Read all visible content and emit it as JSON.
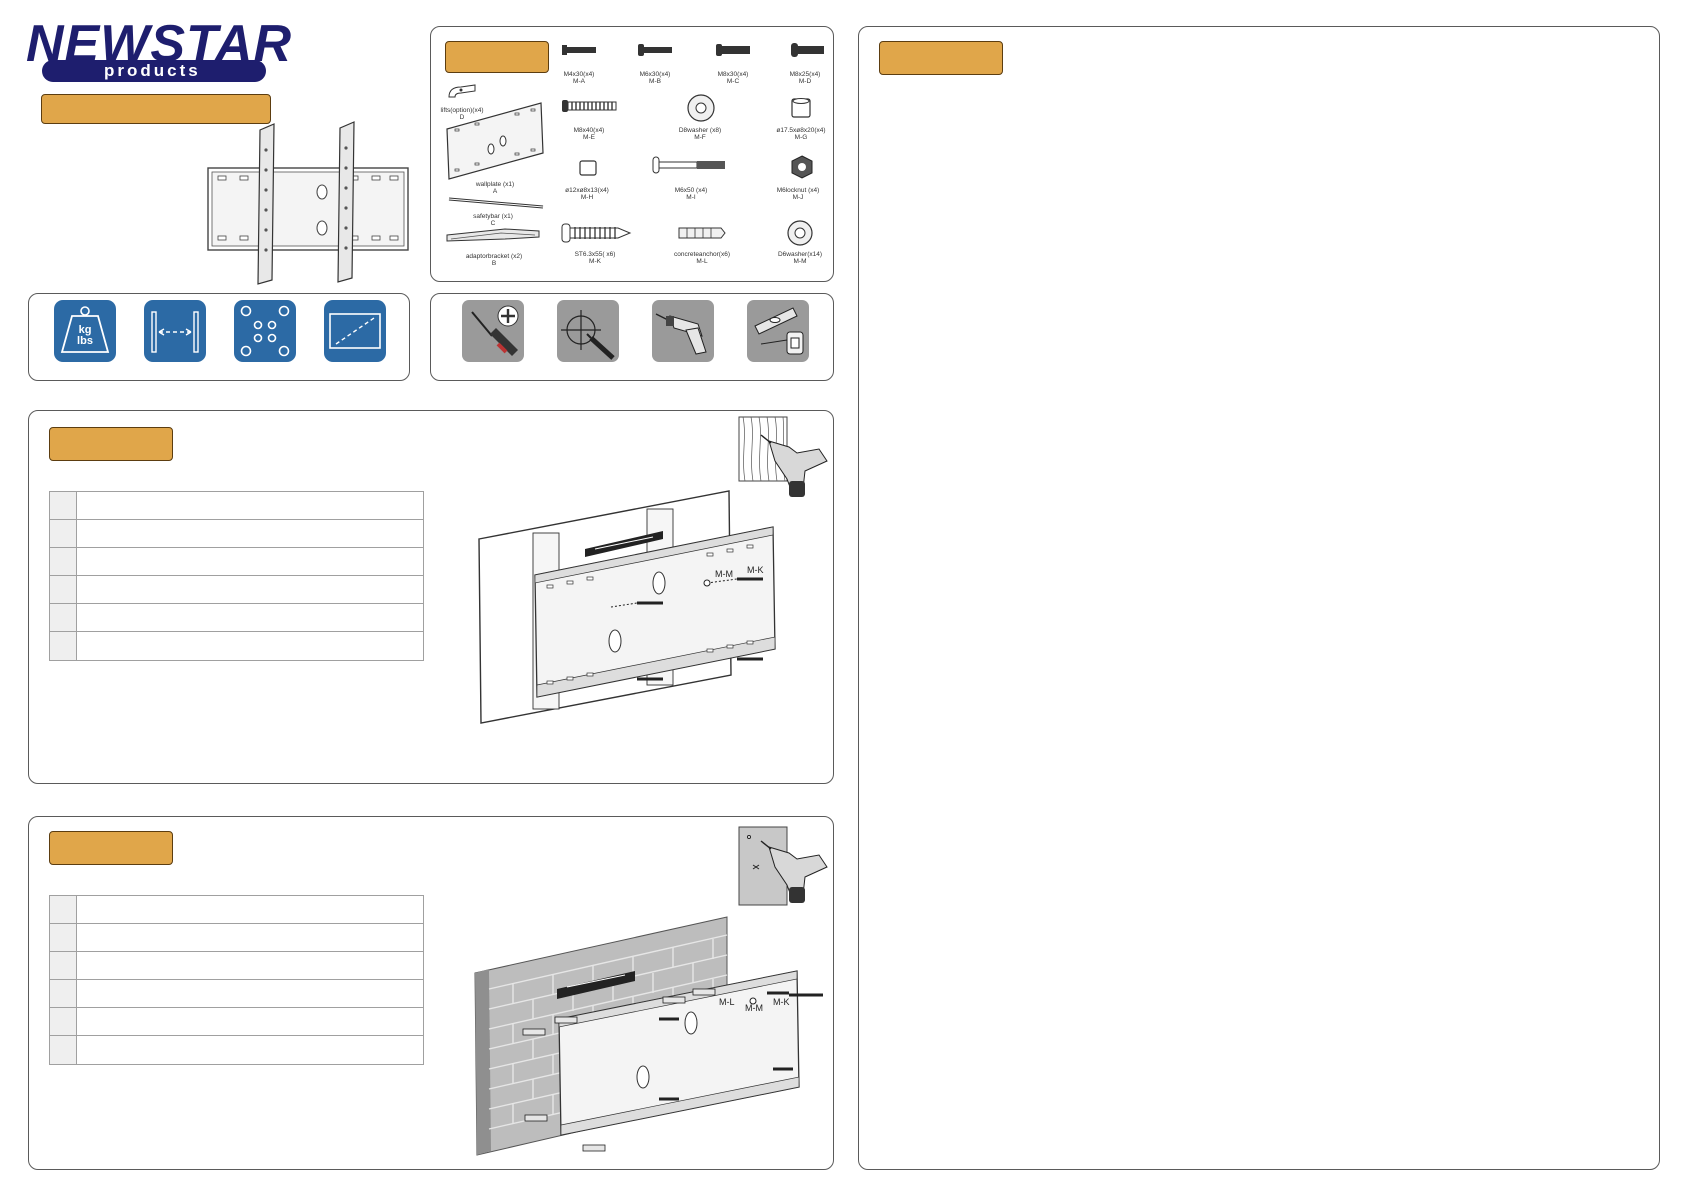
{
  "brand": {
    "name": "NEWSTAR",
    "sub": "products",
    "colors": {
      "logo": "#1e1e6e",
      "tab": "#e0a64a",
      "feature": "#2c6aa5",
      "tool": "#9a9a9a"
    }
  },
  "parts": [
    {
      "name": "M4x30(x4)",
      "code": "M-A"
    },
    {
      "name": "M6x30(x4)",
      "code": "M-B"
    },
    {
      "name": "M8x30(x4)",
      "code": "M-C"
    },
    {
      "name": "M8x25(x4)",
      "code": "M-D"
    },
    {
      "name": "M8x40(x4)",
      "code": "M-E"
    },
    {
      "name": "D8washer  (x8)",
      "code": "M-F"
    },
    {
      "name": "ø17.5xø8x20(x4)",
      "code": "M-G"
    },
    {
      "name": "ø12xø8x13(x4)",
      "code": "M-H"
    },
    {
      "name": "M6x50  (x4)",
      "code": "M-I"
    },
    {
      "name": "M6locknut   (x4)",
      "code": "M-J"
    },
    {
      "name": "ST6.3x55(   x6)",
      "code": "M-K"
    },
    {
      "name": "concreteanchor(x6)",
      "code": "M-L"
    },
    {
      "name": "D6washer(x14)",
      "code": "M-M"
    }
  ],
  "components": [
    {
      "name": "lifts(option)(x4)",
      "code": "D"
    },
    {
      "name": "wallplate    (x1)",
      "code": "A"
    },
    {
      "name": "safetybar    (x1)",
      "code": "C"
    },
    {
      "name": "adaptorbracket    (x2)",
      "code": "B"
    }
  ],
  "features": [
    {
      "icon": "weight-icon",
      "text_kg": "kg",
      "text_lbs": "lbs"
    },
    {
      "icon": "width-icon"
    },
    {
      "icon": "vesa-pattern-icon"
    },
    {
      "icon": "screen-size-icon"
    }
  ],
  "tools": [
    {
      "icon": "screwdriver-icon"
    },
    {
      "icon": "pencil-mark-icon"
    },
    {
      "icon": "drill-icon"
    },
    {
      "icon": "level-tape-icon"
    }
  ],
  "section1": {
    "step_numbers": [
      "",
      "",
      "",
      "",
      "",
      ""
    ],
    "callouts": [
      "M-M",
      "M-K"
    ]
  },
  "section2": {
    "step_numbers": [
      "",
      "",
      "",
      "",
      "",
      ""
    ],
    "callouts": [
      "M-L",
      "M-M",
      "M-K"
    ]
  }
}
